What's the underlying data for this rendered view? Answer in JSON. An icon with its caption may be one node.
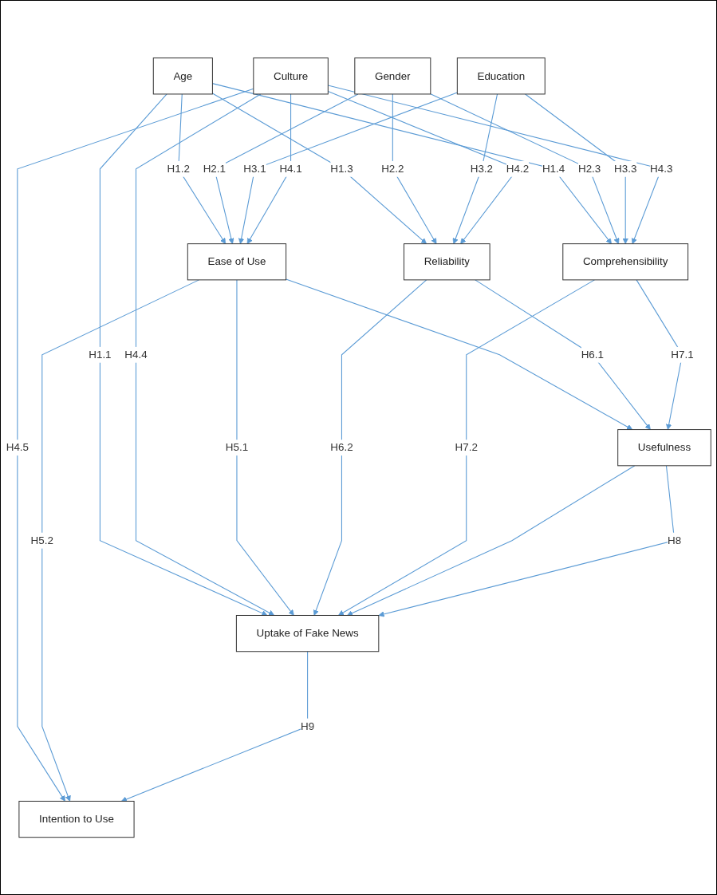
{
  "diagram": {
    "nodes": [
      {
        "text": [
          "Age"
        ]
      },
      {
        "text": [
          "Gender"
        ]
      },
      {
        "text": [
          "Education"
        ]
      },
      {
        "text": [
          "Culture"
        ]
      },
      {
        "text": [
          "Usefulness"
        ]
      },
      {
        "text": [
          "Ease of Use"
        ]
      },
      {
        "text": [
          "Reliability"
        ]
      },
      {
        "text": [
          "Comprehensibility"
        ]
      },
      {
        "text": [
          "Uptake of Fake News"
        ]
      },
      {
        "text": [
          "Intention to Use"
        ]
      }
    ],
    "edges": [
      {
        "from": 0,
        "to": 8,
        "arrow": "to",
        "label": "H1.1"
      },
      {
        "from": 0,
        "to": 5,
        "arrow": "to",
        "label": "H1.2"
      },
      {
        "from": 0,
        "to": 6,
        "arrow": "to",
        "label": "H1.3"
      },
      {
        "from": 0,
        "to": 7,
        "arrow": "to",
        "label": "H1.4"
      },
      {
        "from": 1,
        "to": 5,
        "arrow": "to",
        "label": "H2.1"
      },
      {
        "from": 1,
        "to": 6,
        "arrow": "to",
        "label": "H2.2"
      },
      {
        "from": 1,
        "to": 7,
        "arrow": "to",
        "label": "H2.3"
      },
      {
        "from": 2,
        "to": 5,
        "arrow": "to",
        "label": "H3.1"
      },
      {
        "from": 2,
        "to": 6,
        "arrow": "to",
        "label": "H3.2"
      },
      {
        "from": 2,
        "to": 7,
        "arrow": "to",
        "label": "H3.3"
      },
      {
        "from": 3,
        "to": 5,
        "arrow": "to",
        "label": "H4.1"
      },
      {
        "from": 3,
        "to": 6,
        "arrow": "to",
        "label": "H4.2"
      },
      {
        "from": 3,
        "to": 7,
        "arrow": "to",
        "label": "H4.3"
      },
      {
        "from": 3,
        "to": 8,
        "arrow": "to",
        "label": "H4.4"
      },
      {
        "from": 3,
        "to": 9,
        "arrow": "to",
        "label": "H4.5"
      },
      {
        "from": 5,
        "to": 4,
        "arrow": "to"
      },
      {
        "from": 5,
        "to": 8,
        "arrow": "to",
        "label": "H5.1"
      },
      {
        "from": 5,
        "to": 9,
        "arrow": "to",
        "label": "H5.2"
      },
      {
        "from": 6,
        "to": 4,
        "arrow": "to",
        "label": "H6.1"
      },
      {
        "from": 6,
        "to": 8,
        "arrow": "to",
        "label": "H6.2"
      },
      {
        "from": 7,
        "to": 4,
        "arrow": "to",
        "label": "H7.1"
      },
      {
        "from": 7,
        "to": 8,
        "arrow": "to",
        "label": "H7.2"
      },
      {
        "from": 4,
        "to": 8,
        "arrow": "to"
      },
      {
        "from": 4,
        "to": 8,
        "arrow": "to",
        "label": "H8"
      },
      {
        "from": 8,
        "to": 9,
        "arrow": "to",
        "label": "H9"
      }
    ]
  }
}
